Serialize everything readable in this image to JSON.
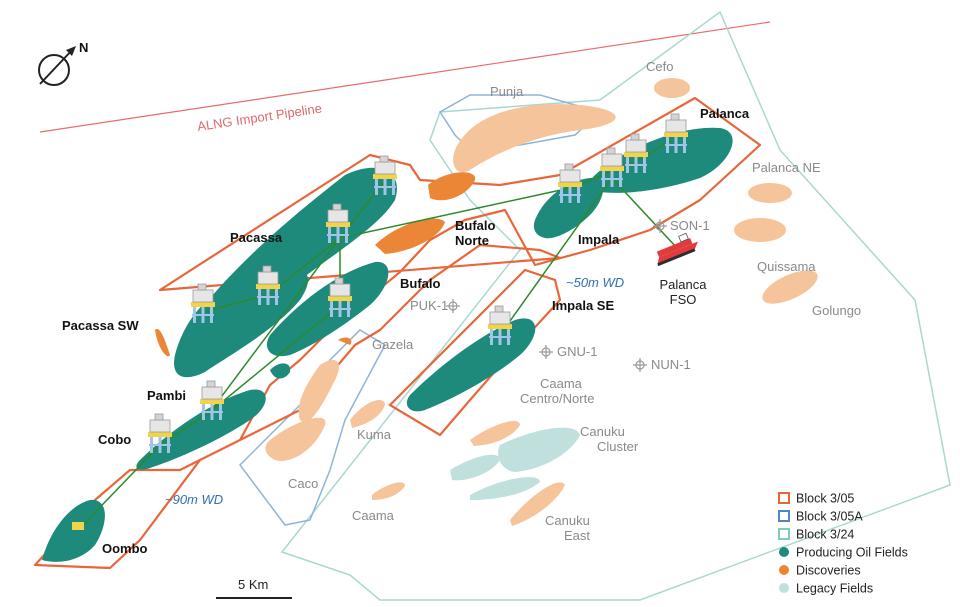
{
  "colors": {
    "block_305": "#e8663a",
    "block_305a": "#8fb3d9",
    "block_324": "#a8d8cf",
    "producing": "#1d8a7c",
    "discovery": "#ea8636",
    "legacy": "#bfe0dd",
    "prospect_field": "#f5c49a",
    "pipeline": "#e86b6b",
    "flowline": "#2b8a2b"
  },
  "icons": {
    "compass": "north-arrow-compass-icon",
    "platform": "offshore-platform-icon",
    "fso": "fso-vessel-icon",
    "well": "exploration-well-icon"
  },
  "compass": {
    "north_label": "N"
  },
  "pipeline": {
    "label": "ALNG Import Pipeline"
  },
  "water_depth": {
    "shallow": "~50m WD",
    "deep": "~90m WD"
  },
  "scale_bar": {
    "label": "5 Km"
  },
  "fields": {
    "producing": [
      "Palanca",
      "Pacassa",
      "Bufalo Norte",
      "Impala",
      "Bufalo",
      "Impala SE",
      "Pacassa SW",
      "Pambi",
      "Cobo",
      "Oombo"
    ],
    "other": [
      "Cefo",
      "Punja",
      "Palanca NE",
      "Quissama",
      "Golungo",
      "Gazela",
      "Caama Centro/Norte",
      "Kuma",
      "Canuku Cluster",
      "Caco",
      "Caama",
      "Canuku East"
    ]
  },
  "wells": [
    "SON-1",
    "PUK-1",
    "GNU-1",
    "NUN-1"
  ],
  "fso": {
    "name_line1": "Palanca",
    "name_line2": "FSO"
  },
  "legend": [
    {
      "label": "Block 3/05",
      "kind": "outline",
      "color": "#e8663a"
    },
    {
      "label": "Block 3/05A",
      "kind": "outline",
      "color": "#4f86c6"
    },
    {
      "label": "Block 3/24",
      "kind": "outline",
      "color": "#7ccbbb"
    },
    {
      "label": "Producing Oil Fields",
      "kind": "dot",
      "color": "#1d8a7c"
    },
    {
      "label": "Discoveries",
      "kind": "dot",
      "color": "#ea8636"
    },
    {
      "label": "Legacy Fields",
      "kind": "dot",
      "color": "#bfe0dd"
    }
  ]
}
